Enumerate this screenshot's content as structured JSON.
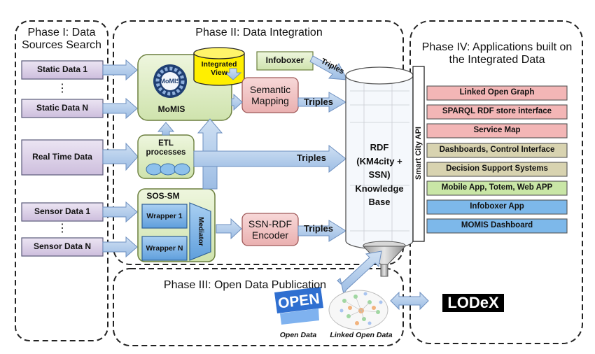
{
  "phases": {
    "p1": "Phase I: Data Sources Search",
    "p2": "Phase II: Data Integration",
    "p3": "Phase III: Open Data Publication",
    "p4": "Phase IV: Applications built on the Integrated Data"
  },
  "sources": {
    "static1": "Static Data 1",
    "staticN": "Static Data N",
    "realtime": "Real Time Data",
    "sensor1": "Sensor Data 1",
    "sensorN": "Sensor Data N",
    "ellipsis": "⋮"
  },
  "integration": {
    "integrated_view": "Integrated View",
    "momis": "MoMIS",
    "momis_logo": "MoMIS",
    "infoboxer": "Infoboxer",
    "semantic_mapping": "Semantic Mapping",
    "etl": "ETL processes",
    "sos_sm": "SOS-SM",
    "wrapper1": "Wrapper 1",
    "wrapperN": "Wrapper N",
    "mediator": "Mediator",
    "ssn_rdf": "SSN-RDF Encoder",
    "triples": "Triples"
  },
  "kb": {
    "label": "RDF (KM4city + SSN) Knowledge Base",
    "api": "Smart City API"
  },
  "publication": {
    "open_logo": "OPEN",
    "open_data": "Open Data",
    "lod": "Linked Open Data",
    "lodex": "LODeX"
  },
  "apps": [
    {
      "label": "Linked Open Graph",
      "color": "#f3b6b6"
    },
    {
      "label": "SPARQL RDF store interface",
      "color": "#f3b6b6"
    },
    {
      "label": "Service Map",
      "color": "#f3b6b6"
    },
    {
      "label": "Dashboards,  Control Interface",
      "color": "#d8d3b0"
    },
    {
      "label": "Decision Support Systems",
      "color": "#d8d3b0"
    },
    {
      "label": "Mobile App, Totem, Web APP",
      "color": "#c9e6a6"
    },
    {
      "label": "Infoboxer App",
      "color": "#7db8ea"
    },
    {
      "label": "MOMIS Dashboard",
      "color": "#7db8ea"
    }
  ]
}
